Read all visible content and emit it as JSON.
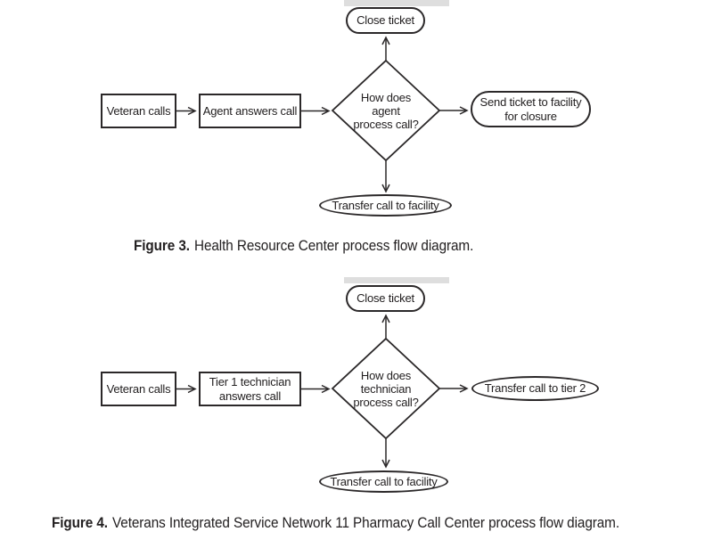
{
  "ink_color": "#2b2829",
  "background_color": "#ffffff",
  "figure3": {
    "caption_label": "Figure 3.",
    "caption_text": "Health Resource Center process flow diagram.",
    "start": "Veteran calls",
    "answer": "Agent answers call",
    "decision_lines": [
      "How does",
      "agent",
      "process call?"
    ],
    "close": "Close ticket",
    "right_lines": [
      "Send ticket to facility",
      "for closure"
    ],
    "bottom": "Transfer call to facility"
  },
  "figure4": {
    "caption_label": "Figure 4.",
    "caption_text": "Veterans Integrated Service Network 11 Pharmacy Call Center process flow diagram.",
    "start": "Veteran calls",
    "answer_lines": [
      "Tier 1 technician",
      "answers call"
    ],
    "decision_lines": [
      "How does",
      "technician",
      "process call?"
    ],
    "close": "Close ticket",
    "right": "Transfer call to tier 2",
    "bottom": "Transfer call to facility"
  }
}
